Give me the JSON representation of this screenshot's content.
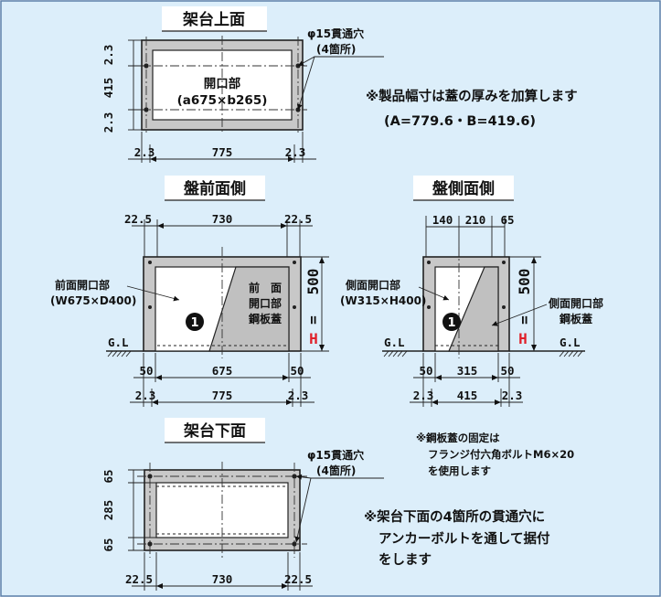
{
  "titles": {
    "top_view": "架台上面",
    "front_view": "盤前面側",
    "side_view": "盤側面側",
    "bottom_view": "架台下面"
  },
  "top_view": {
    "opening_label": "開口部",
    "opening_size": "(a675×b265)",
    "hole_label": "φ15貫通穴",
    "hole_count": "(4箇所)",
    "dims": {
      "left_top": "2.3",
      "left_mid": "415",
      "left_bot": "2.3",
      "bot_left": "2.3",
      "bot_mid": "775",
      "bot_right": "2.3"
    },
    "note_line1": "※製品幅寸は蓋の厚みを加算します",
    "note_line2": "(A=779.6・B=419.6)"
  },
  "front_view": {
    "opening_label_line1": "前面開口部",
    "opening_label_line2": "(W675×D400)",
    "cover_line1": "前　面",
    "cover_line2": "開口部",
    "cover_line3": "鋼板蓋",
    "callout": "❶",
    "height_label": "H",
    "height_eq": "=",
    "height_value": "500",
    "gl": "G.L",
    "dims": {
      "top_left": "22.5",
      "top_mid": "730",
      "top_right": "22.5",
      "b1_left": "50",
      "b1_mid": "675",
      "b1_right": "50",
      "b2_left": "2.3",
      "b2_mid": "775",
      "b2_right": "2.3"
    }
  },
  "side_view": {
    "opening_label_line1": "側面開口部",
    "opening_label_line2": "(W315×H400)",
    "cover_line1": "側面開口部",
    "cover_line2": "鋼板蓋",
    "callout": "❶",
    "height_label": "H",
    "height_eq": "=",
    "height_value": "500",
    "gl_left": "G.L",
    "gl_right": "G.L",
    "dims": {
      "top_1": "140",
      "top_2": "210",
      "top_3": "65",
      "b1_left": "50",
      "b1_mid": "315",
      "b1_right": "50",
      "b2_left": "2.3",
      "b2_mid": "415",
      "b2_right": "2.3"
    }
  },
  "bottom_view": {
    "hole_label": "φ15貫通穴",
    "hole_count": "(4箇所)",
    "dims": {
      "left_top": "65",
      "left_mid": "285",
      "left_bot": "65",
      "bot_left": "22.5",
      "bot_mid": "730",
      "bot_right": "22.5"
    },
    "fix_note_line1": "※鋼板蓋の固定は",
    "fix_note_line2": "フランジ付六角ボルトM6×20",
    "fix_note_line3": "を使用します",
    "anchor_note_line1": "※架台下面の4箇所の貫通穴に",
    "anchor_note_line2": "アンカーボルトを通して据付",
    "anchor_note_line3": "をします"
  },
  "colors": {
    "background": "#dceefa",
    "frame": "#c8c8c8",
    "accent_red": "#e0202a",
    "border": "#5a7fa8"
  }
}
